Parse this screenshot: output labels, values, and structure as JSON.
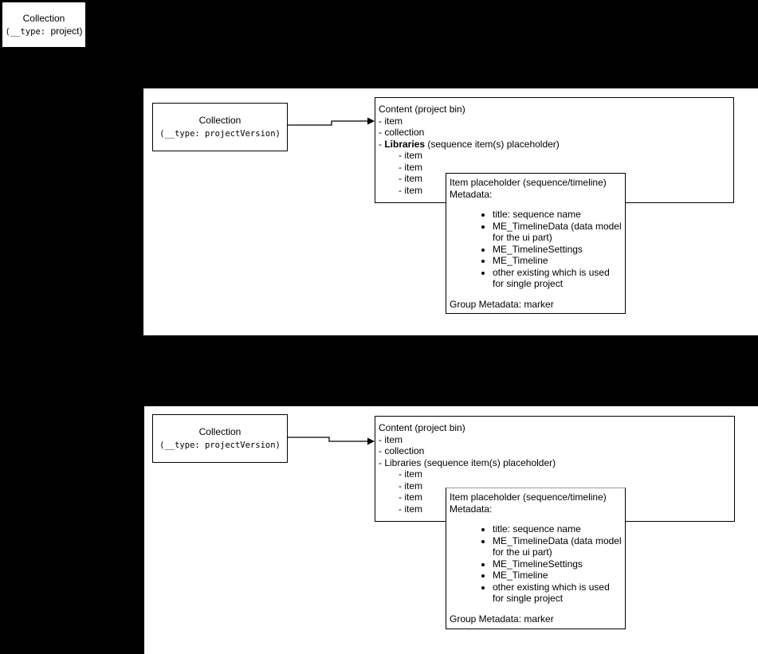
{
  "colors": {
    "canvas_background": "#000000",
    "panel_background": "#ffffff",
    "box_border": "#000000",
    "placeholder_gray_top_border": "#999999",
    "text": "#000000",
    "arrow": "#000000"
  },
  "project_box": {
    "title": "Collection",
    "type_line_mono": "(__type: ",
    "type_line_rest": "project)"
  },
  "panels": [
    {
      "collection_box": {
        "title": "Collection",
        "type_line": "(__type: projectVersion)"
      },
      "content_box": {
        "title": "Content (project bin)",
        "items": [
          "- item",
          "- collection"
        ],
        "libraries_prefix": "- ",
        "libraries_word": "Libraries",
        "libraries_rest": " (sequence item(s) placeholder)",
        "libraries_bold": true,
        "sub_items": [
          "- item",
          "- item",
          "- item",
          "- item"
        ]
      },
      "placeholder_box": {
        "title": "Item placeholder (sequence/timeline)",
        "subtitle": "Metadata:",
        "bullets": [
          "title: sequence name",
          "ME_TimelineData (data model for the ui part)",
          "ME_TimelineSettings",
          "ME_Timeline",
          "other existing which is used for single project"
        ],
        "footer": "Group Metadata: marker"
      }
    },
    {
      "collection_box": {
        "title": "Collection",
        "type_line": "(__type: projectVersion)"
      },
      "content_box": {
        "title": "Content (project bin)",
        "items": [
          "- item",
          "- collection"
        ],
        "libraries_prefix": "- ",
        "libraries_word": "Libraries",
        "libraries_rest": " (sequence item(s) placeholder)",
        "libraries_bold": false,
        "sub_items": [
          "- item",
          "- item",
          "- item",
          "- item"
        ]
      },
      "placeholder_box": {
        "title": "Item placeholder (sequence/timeline)",
        "subtitle": "Metadata:",
        "bullets": [
          "title: sequence name",
          "ME_TimelineData (data model for the ui part)",
          "ME_TimelineSettings",
          "ME_Timeline",
          "other existing which is used for single project"
        ],
        "footer": "Group Metadata: marker"
      }
    }
  ]
}
